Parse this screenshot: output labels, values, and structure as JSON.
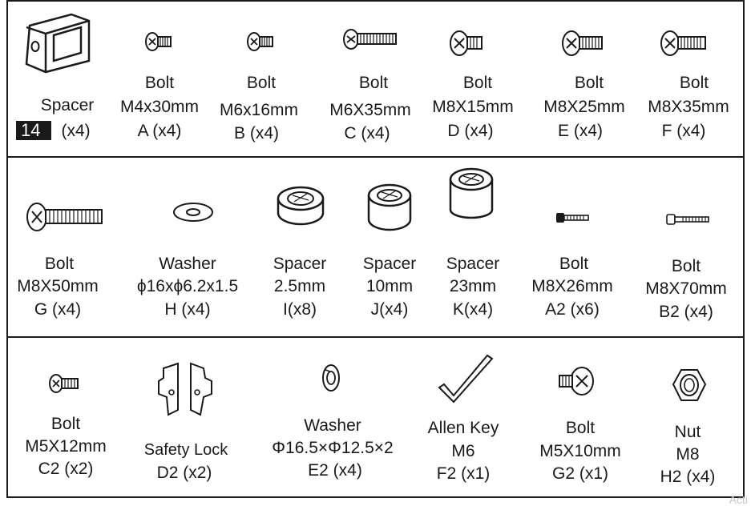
{
  "row1": {
    "spacer14": {
      "name": "Spacer",
      "badge": "14",
      "qty": "(x4)",
      "icon": "rect-spacer-icon"
    },
    "A": {
      "type": "Bolt",
      "size": "M4x30mm",
      "code": "A (x4)"
    },
    "B": {
      "type": "Bolt",
      "size": "M6x16mm",
      "code": "B (x4)"
    },
    "C": {
      "type": "Bolt",
      "size": "M6X35mm",
      "code": "C (x4)"
    },
    "D": {
      "type": "Bolt",
      "size": "M8X15mm",
      "code": "D (x4)"
    },
    "E": {
      "type": "Bolt",
      "size": "M8X25mm",
      "code": "E (x4)"
    },
    "F": {
      "type": "Bolt",
      "size": "M8X35mm",
      "code": "F (x4)"
    }
  },
  "row2": {
    "G": {
      "type": "Bolt",
      "size": "M8X50mm",
      "code": "G (x4)"
    },
    "H": {
      "type": "Washer",
      "size": "ϕ16xϕ6.2x1.5",
      "code": "H (x4)"
    },
    "I": {
      "type": "Spacer",
      "size": "2.5mm",
      "code": "I(x8)"
    },
    "J": {
      "type": "Spacer",
      "size": "10mm",
      "code": "J(x4)"
    },
    "K": {
      "type": "Spacer",
      "size": "23mm",
      "code": "K(x4)"
    },
    "A2": {
      "type": "Bolt",
      "size": "M8X26mm",
      "code": "A2 (x6)"
    },
    "B2": {
      "type": "Bolt",
      "size": "M8X70mm",
      "code": "B2 (x4)"
    }
  },
  "row3": {
    "C2": {
      "type": "Bolt",
      "size": "M5X12mm",
      "code": "C2 (x2)"
    },
    "D2": {
      "type": "Safety Lock",
      "code": "D2 (x2)"
    },
    "E2": {
      "type": "Washer",
      "size": "Φ16.5×Φ12.5×2",
      "code": "E2 (x4)"
    },
    "F2": {
      "type": "Allen Key",
      "size": "M6",
      "code": "F2 (x1)"
    },
    "G2": {
      "type": "Bolt",
      "size": "M5X10mm",
      "code": "G2 (x1)"
    },
    "H2": {
      "type": "Nut",
      "size": "M8",
      "code": "H2 (x4)"
    }
  },
  "watermark": "Acti"
}
